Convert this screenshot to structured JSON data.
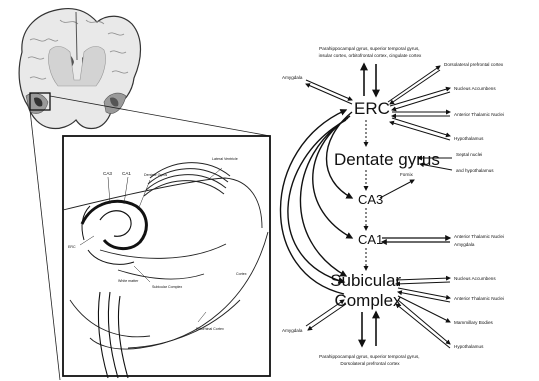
{
  "anatomy": {
    "labels": {
      "lateral_ventricle": "Lateral Ventricle",
      "ca3": "CA3",
      "ca1": "CA1",
      "dentate_gyrus": "Dentate Gyrus",
      "white_matter": "White matter",
      "subicular_complex": "Subicular Complex",
      "erc": "ERC",
      "entorhinal_cortex": "Entorhinal Cortex",
      "cortex": "Cortex"
    }
  },
  "flow": {
    "nodes": {
      "erc": "ERC",
      "dentate": "Dentate gyrus",
      "ca3": "CA3",
      "ca1": "CA1",
      "subicular_line1": "Subicular",
      "subicular_line2": "Complex"
    },
    "top_input": {
      "line1": "Parahippocampal gyrus, superior temporal gyrus,",
      "line2": "insular cortex, orbitofrontal cortex, cingulate cortex"
    },
    "bottom_input": {
      "line1": "Parahippocampal gyrus, superior temporal gyrus,",
      "line2": "Dorsolateral prefrontal cortex"
    },
    "left_labels": {
      "amygdala_top": "Amygdala",
      "amygdala_bottom": "Amygdala"
    },
    "erc_targets": [
      "Dorsolateral prefrontal cortex",
      "Nucleus Accumbens",
      "Anterior Thalamic Nuclei",
      "Hypothalamus"
    ],
    "dentate_inputs": {
      "line1": "Septal nuclei",
      "line2": "and hypothalamus",
      "fornix": "Fornix"
    },
    "ca1_targets": {
      "line1": "Anterior Thalamic Nuclei",
      "line2": "Amygdala"
    },
    "subicular_targets": [
      "Nucleus Accumbens",
      "Anterior Thalamic Nuclei",
      "Mammillary Bodies",
      "Hypothalamus"
    ]
  },
  "colors": {
    "ink": "#111111",
    "paper": "#ffffff",
    "brain_gray": "#7a7a7a"
  }
}
